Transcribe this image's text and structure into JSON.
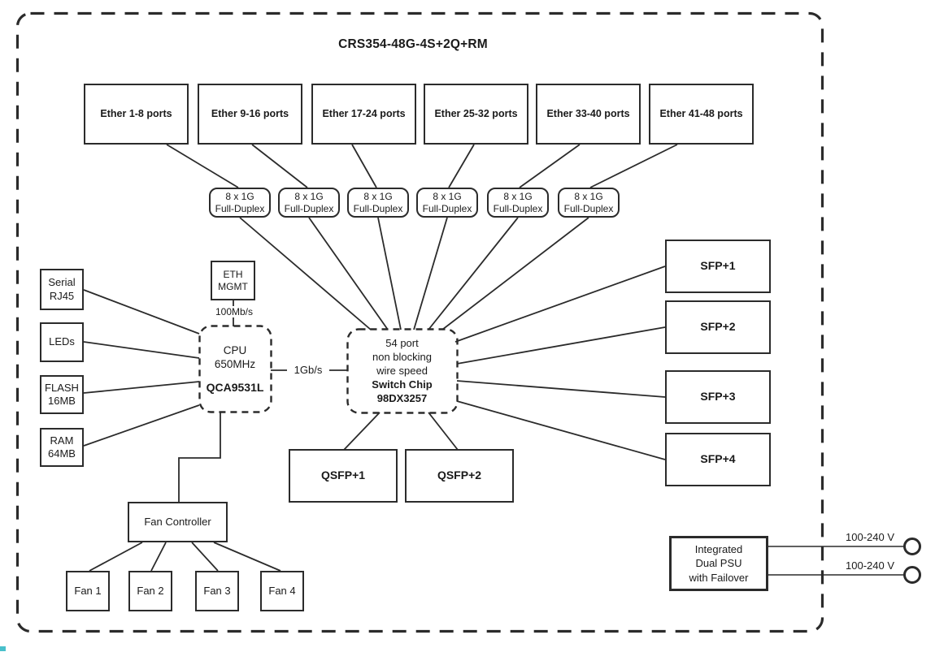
{
  "title": "CRS354-48G-4S+2Q+RM",
  "ether_groups": [
    "Ether 1-8 ports",
    "Ether 9-16 ports",
    "Ether 17-24 ports",
    "Ether 25-32 ports",
    "Ether 33-40 ports",
    "Ether 41-48 ports"
  ],
  "phy_group": {
    "line1": "8 x 1G",
    "line2": "Full-Duplex"
  },
  "eth_mgmt": {
    "line1": "ETH",
    "line2": "MGMT",
    "speed": "100Mb/s"
  },
  "cpu": {
    "line1": "CPU",
    "line2": "650MHz",
    "model": "QCA9531L"
  },
  "cpu_switch_link": "1Gb/s",
  "switch_chip": {
    "line1": "54 port",
    "line2": "non blocking",
    "line3": "wire speed",
    "line4": "Switch Chip",
    "line5": "98DX3257"
  },
  "peripherals": [
    {
      "line1": "Serial",
      "line2": "RJ45"
    },
    {
      "line1": "LEDs",
      "line2": ""
    },
    {
      "line1": "FLASH",
      "line2": "16MB"
    },
    {
      "line1": "RAM",
      "line2": "64MB"
    }
  ],
  "sfp_ports": [
    "SFP+1",
    "SFP+2",
    "SFP+3",
    "SFP+4"
  ],
  "qsfp_ports": [
    "QSFP+1",
    "QSFP+2"
  ],
  "fans": {
    "controller": "Fan Controller",
    "units": [
      "Fan 1",
      "Fan 2",
      "Fan 3",
      "Fan 4"
    ]
  },
  "psu": {
    "line1": "Integrated",
    "line2": "Dual PSU",
    "line3": "with Failover",
    "inputs": [
      "100-240 V",
      "100-240 V"
    ]
  },
  "colors": {
    "line": "#2b2b2b",
    "text": "#1a1a1a",
    "background": "#ffffff"
  }
}
